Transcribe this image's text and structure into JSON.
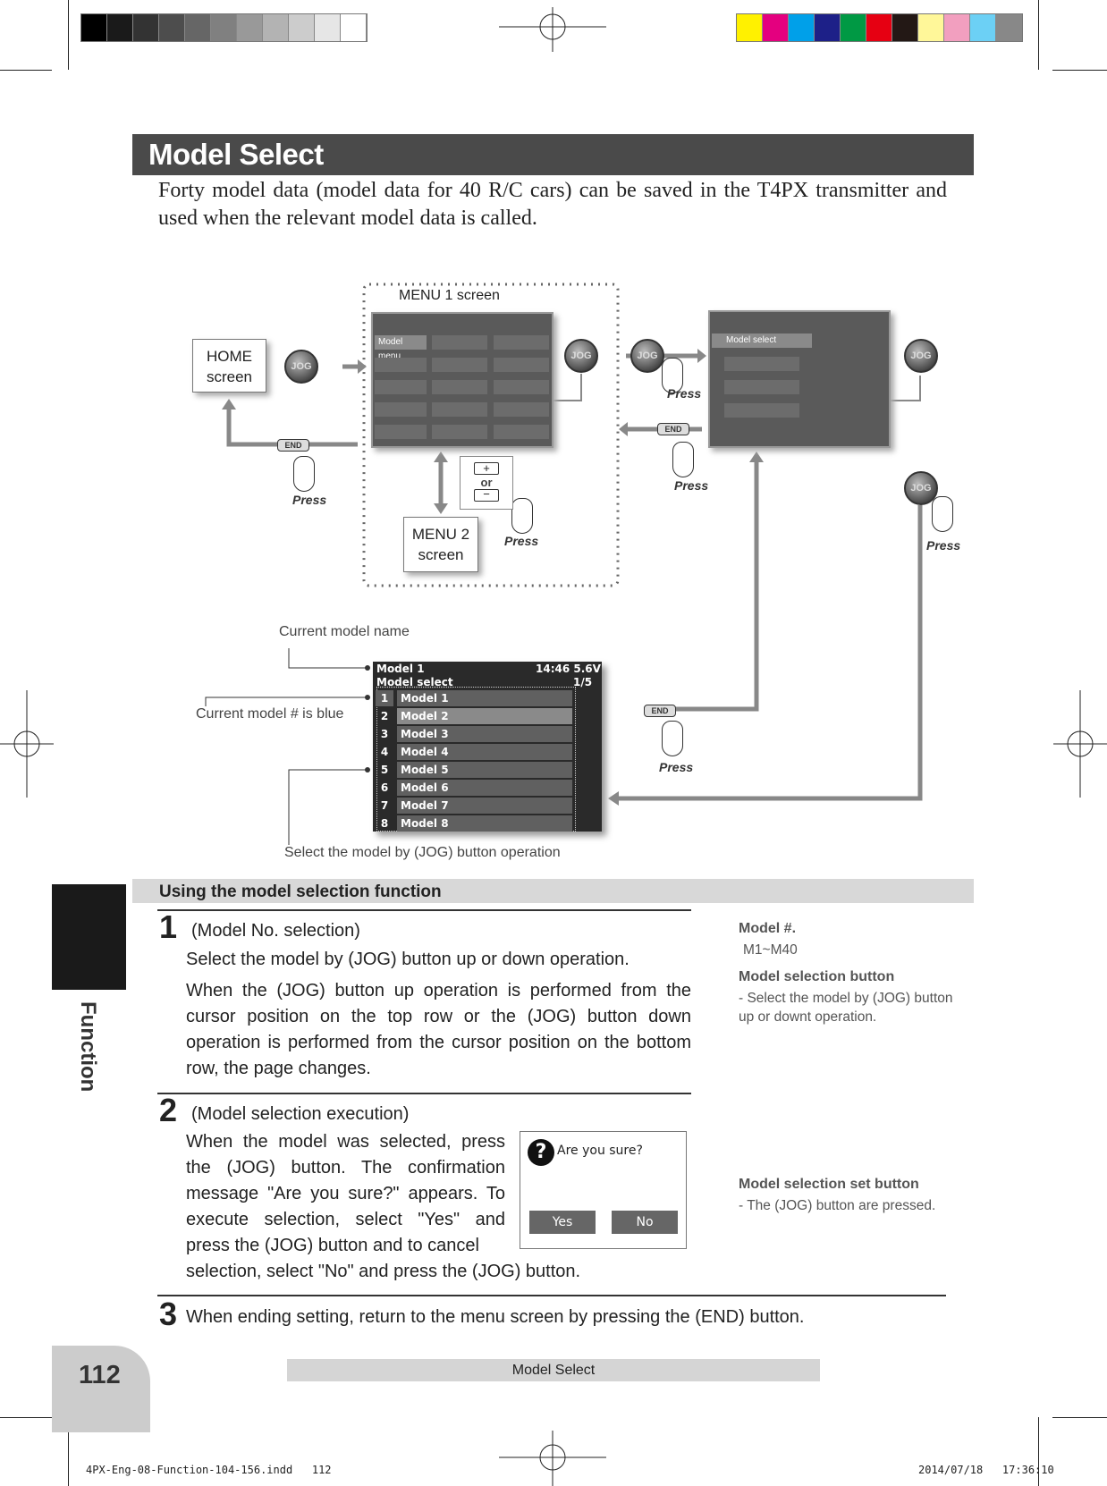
{
  "header": {
    "title": "Model Select",
    "intro": "Forty model data (model data for 40 R/C cars) can be saved in the T4PX transmitter and used when the relevant model data is called.",
    "gray_swatches": [
      "#000000",
      "#1a1a1a",
      "#333333",
      "#4d4d4d",
      "#666666",
      "#808080",
      "#999999",
      "#b3b3b3",
      "#cccccc",
      "#e6e6e6",
      "#ffffff"
    ],
    "color_swatches": [
      "#fff100",
      "#e4007f",
      "#00a0e9",
      "#1d2088",
      "#009944",
      "#e60012",
      "#231815",
      "#fff799",
      "#f29fbf",
      "#6cd0f5",
      "#888888"
    ]
  },
  "diagram": {
    "home_screen": "HOME\nscreen",
    "menu1_label": "MENU 1 screen",
    "menu2_screen": "MENU 2\nscreen",
    "plus_minus_or": "or",
    "press": "Press",
    "jog": "JOG",
    "end": "END",
    "current_model_name": "Current model name",
    "current_model_blue": "Current model # is blue",
    "select_by_jog": "Select the model by (JOG) button operation",
    "menu1_lcd_item": "Model menu",
    "model_menu_lcd_item": "Model select",
    "big_lcd": {
      "model": "Model 1",
      "time_voltage": "14:46 5.6V",
      "screen": "Model select",
      "page": "1/5",
      "rows": [
        {
          "num": "1",
          "name": "Model 1"
        },
        {
          "num": "2",
          "name": "Model 2"
        },
        {
          "num": "3",
          "name": "Model 3"
        },
        {
          "num": "4",
          "name": "Model 4"
        },
        {
          "num": "5",
          "name": "Model 5"
        },
        {
          "num": "6",
          "name": "Model 6"
        },
        {
          "num": "7",
          "name": "Model 7"
        },
        {
          "num": "8",
          "name": "Model 8"
        }
      ]
    }
  },
  "section": {
    "heading": "Using the model selection function",
    "tab_label": "Function",
    "step1": {
      "num": "1",
      "title": "(Model No. selection)",
      "p1": "Select the model by (JOG) button up or down operation.",
      "p2": "When the (JOG) button up operation is performed from the cursor position on the top row or the (JOG) button down operation is performed from the cursor position on the bottom row, the page changes."
    },
    "step2": {
      "num": "2",
      "title": "(Model selection execution)",
      "p1": "When the model was selected, press the (JOG) button. The confirmation message \"Are you sure?\" appears. To execute selection, select \"Yes\" and press the (JOG) button and to cancel",
      "p2": "selection, select \"No\" and press the (JOG) button."
    },
    "step3": {
      "num": "3",
      "text": "When ending setting, return to the menu screen by pressing the (END) button."
    },
    "dialog": {
      "icon": "?",
      "message": "Are you sure?",
      "yes": "Yes",
      "no": "No"
    },
    "side": {
      "model_num_title": "Model #.",
      "model_num_range": "M1~M40",
      "sel_button_title": "Model selection button",
      "sel_button_text": "- Select the model by (JOG) button up or downt operation.",
      "set_button_title": "Model selection set button",
      "set_button_text": "- The (JOG) button are pressed."
    }
  },
  "footer": {
    "page_number": "112",
    "running_title": "Model Select",
    "slug_left": "4PX-Eng-08-Function-104-156.indd   112",
    "slug_right": "2014/07/18   17:36:10"
  }
}
